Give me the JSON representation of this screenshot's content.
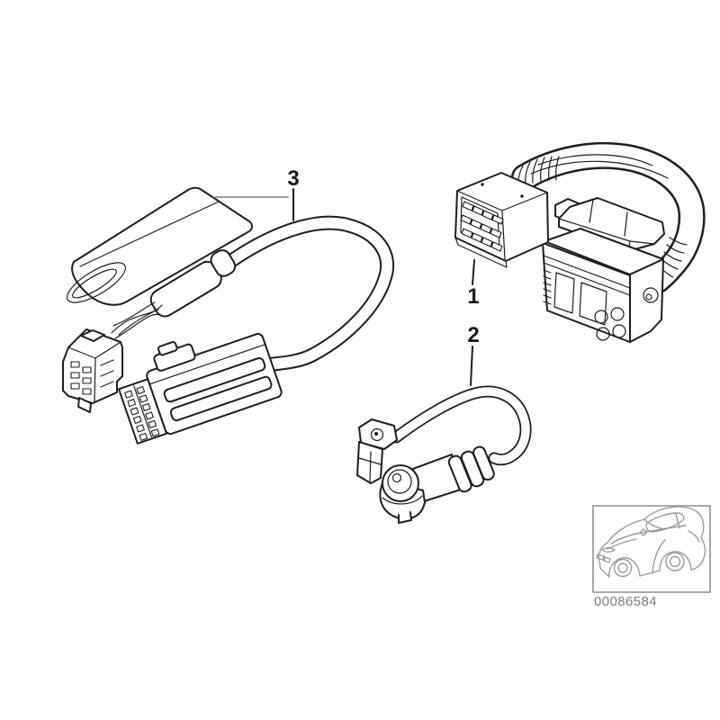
{
  "diagram": {
    "callouts": [
      {
        "label": "1"
      },
      {
        "label": "2"
      },
      {
        "label": "3"
      }
    ],
    "part_number": "00086584"
  },
  "colors": {
    "line": "#1f1f1f",
    "leader_line_gray": "#9e9e9e",
    "thumbnail_outline_gray": "#9c9c9c",
    "thumbnail_border_gray": "#8f8f8f",
    "part_number_gray": "#7f7f7f",
    "background": "#ffffff"
  },
  "icons": {
    "thumbnail": "car-silhouette-icon"
  }
}
